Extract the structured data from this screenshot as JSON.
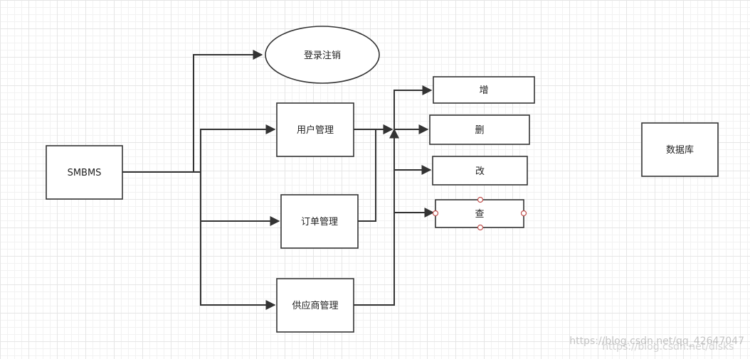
{
  "diagram": {
    "nodes": {
      "smbms": "SMBMS",
      "login": "登录注销",
      "user": "用户管理",
      "order": "订单管理",
      "supplier": "供应商管理",
      "add": "增",
      "delete": "删",
      "update": "改",
      "query": "查",
      "database": "数据库"
    }
  },
  "watermark": {
    "line1": "https://blog.csdn.net/qq_42647047",
    "line2": "https://blog.csdn.net/disks"
  }
}
